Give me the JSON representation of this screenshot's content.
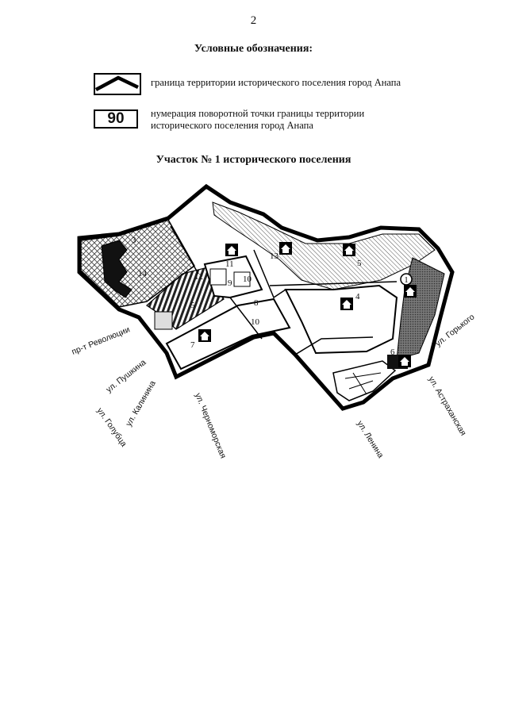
{
  "page_number": "2",
  "legend": {
    "title": "Условные обозначения:",
    "boundary_text": "граница территории исторического поселения город Анапа",
    "badge_value": "90",
    "point_text_line1": "нумерация поворотной точки границы территории",
    "point_text_line2": "исторического поселения город Анапа"
  },
  "section_title": "Участок № 1 исторического поселения",
  "map": {
    "object_numbers": [
      "1",
      "3",
      "4",
      "5",
      "5",
      "6",
      "7",
      "8",
      "9",
      "10",
      "10",
      "11",
      "12",
      "13",
      "14"
    ],
    "streets": [
      "пр-т Революции",
      "ул. Пушкина",
      "ул. Голубца",
      "ул. Калинина",
      "ул. Черноморская",
      "ул. Ленина",
      "ул. Астраханская",
      "ул. Горького"
    ],
    "icons": [
      "monument-icon",
      "numbered-point-marker"
    ]
  }
}
